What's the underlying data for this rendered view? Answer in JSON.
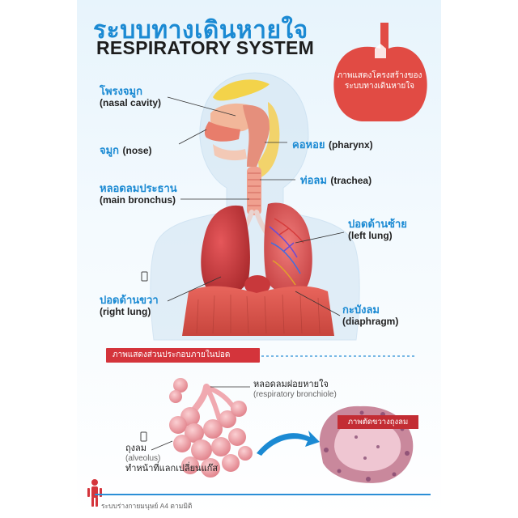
{
  "title": {
    "thai": "ระบบทางเดินหายใจ",
    "english": "RESPIRATORY SYSTEM"
  },
  "callout": {
    "text": "ภาพแสดงโครงสร้างของระบบทางเดินหายใจ"
  },
  "labels": {
    "nasal_cavity": {
      "thai": "โพรงจมูก",
      "english": "(nasal cavity)"
    },
    "nose": {
      "thai": "จมูก",
      "english": "(nose)"
    },
    "pharynx": {
      "thai": "คอหอย",
      "english": "(pharynx)"
    },
    "trachea": {
      "thai": "ท่อลม",
      "english": "(trachea)"
    },
    "main_bronchus": {
      "thai": "หลอดลมประธาน",
      "english": "(main bronchus)"
    },
    "left_lung": {
      "thai": "ปอดด้านซ้าย",
      "english": "(left lung)"
    },
    "right_lung": {
      "thai": "ปอดด้านขวา",
      "english": "(right lung)"
    },
    "diaphragm": {
      "thai": "กะบังลม",
      "english": "(diaphragm)"
    }
  },
  "section": {
    "heading": "ภาพแสดงส่วนประกอบภายในปอด",
    "zoom_heading": "ภาพตัดขวางถุงลม",
    "respiratory_bronchiole": {
      "thai": "หลอดลมฝอยหายใจ",
      "english": "(respiratory bronchiole)"
    },
    "alveolus": {
      "thai": "ถุงลม",
      "english": "(alveolus)",
      "note": "ทำหน้าที่แลกเปลี่ยนแก๊ส"
    }
  },
  "footer": {
    "text": "ระบบร่างกายมนุษย์ A4 ตามมิติ"
  },
  "colors": {
    "accent_blue": "#1b8ad3",
    "accent_red": "#d4343b",
    "lung_red": "#c9393c"
  }
}
